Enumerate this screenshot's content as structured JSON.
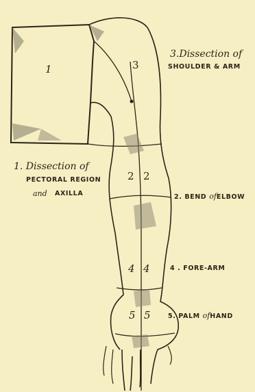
{
  "labels": {
    "region_1_number": "1",
    "region_3_number": "3",
    "elbow_left": "2",
    "elbow_right": "2",
    "forearm_left": "4",
    "forearm_right": "4",
    "palm_left": "5",
    "palm_right": "5",
    "shoulder_title_line1": "3.Dissection of",
    "shoulder_title_line2": "SHOULDER & ARM",
    "pectoral_title_line1": "1. Dissection of",
    "pectoral_title_line2": "PECTORAL REGION",
    "pectoral_title_line3_a": "and",
    "pectoral_title_line3_b": "AXILLA",
    "elbow_caption_a": "2. BEND ",
    "elbow_caption_of": "of",
    "elbow_caption_b": "ELBOW",
    "forearm_caption": "4 . FORE-ARM",
    "palm_caption_a": "5. PALM ",
    "palm_caption_of": "of",
    "palm_caption_b": "HAND"
  },
  "colors": {
    "paper": "#f6efc4",
    "ink": "#2b2416",
    "shading": "#8a8470"
  }
}
